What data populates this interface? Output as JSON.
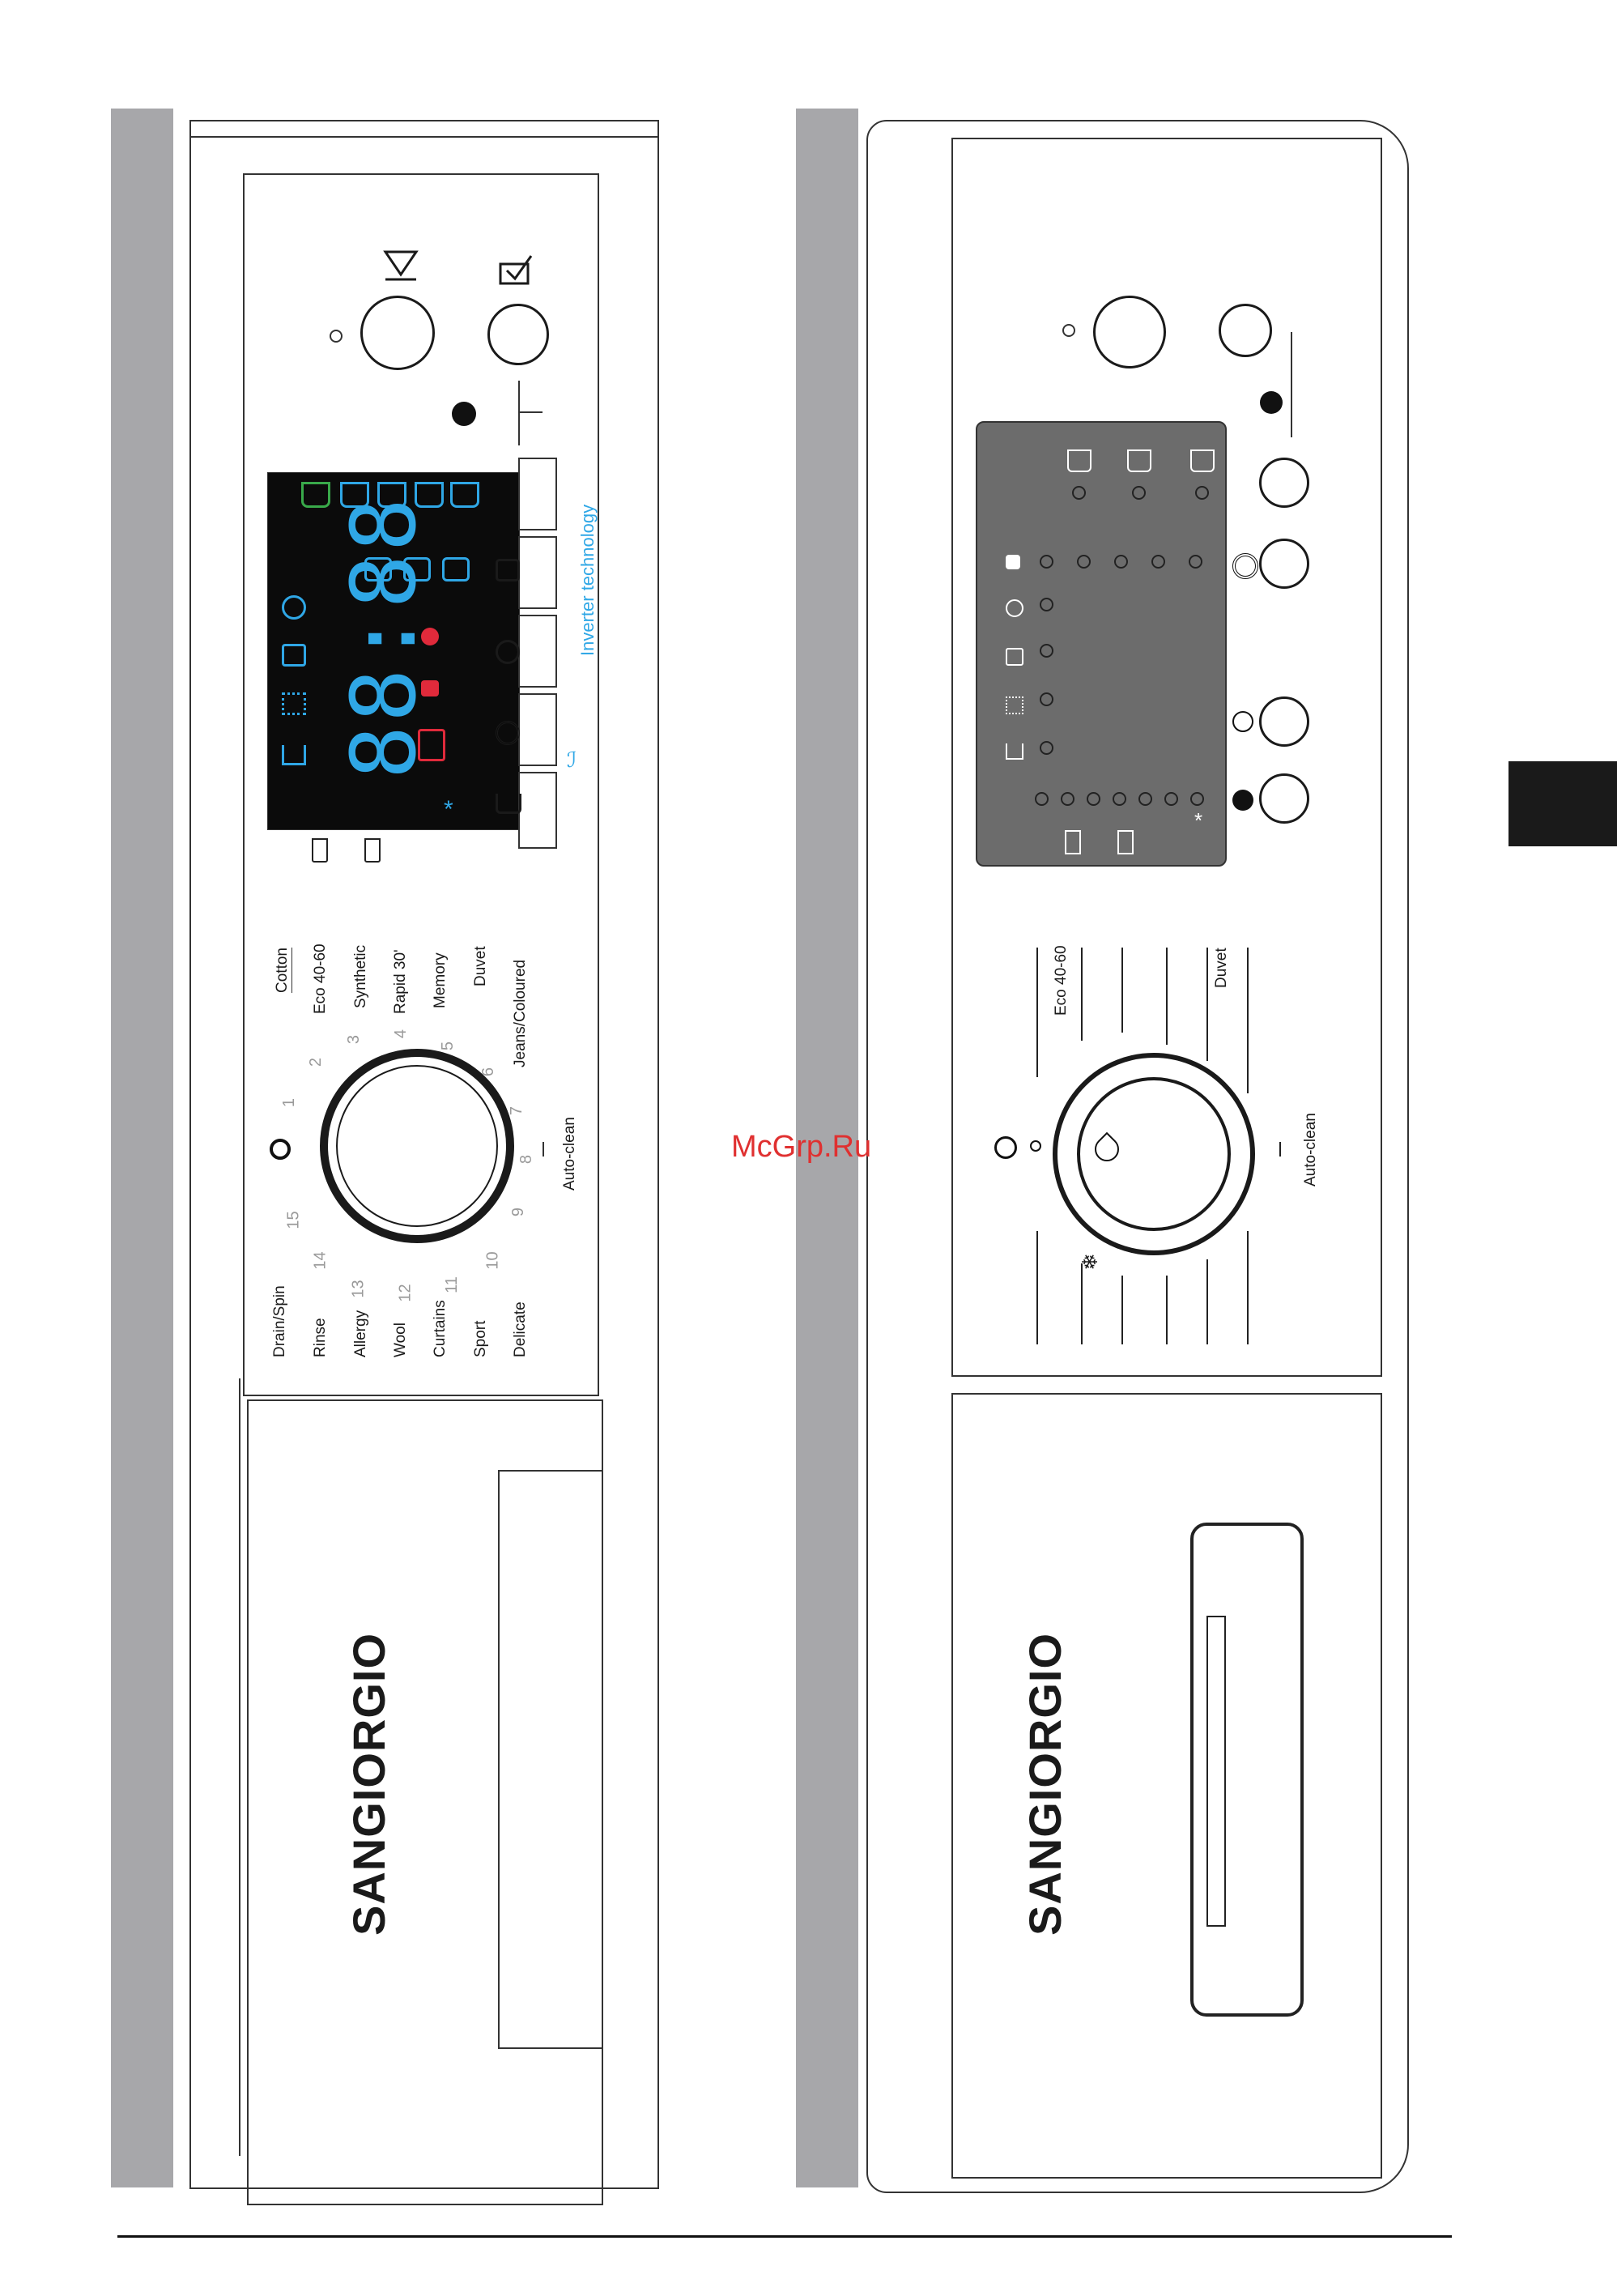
{
  "brand": "SANGIORGIO",
  "watermark": "McGrp.Ru",
  "left_panel": {
    "programs_left_column": [
      "Cotton",
      "Eco 40-60",
      "Synthetic",
      "Rapid 30'",
      "Memory",
      "Duvet",
      "Jeans/Coloured"
    ],
    "programs_right_column": [
      "Drain/Spin",
      "Rinse",
      "Allergy",
      "Wool",
      "Curtains",
      "Sport",
      "Delicate"
    ],
    "dial_numbers": [
      "1",
      "2",
      "3",
      "4",
      "5",
      "6",
      "7",
      "8",
      "9",
      "10",
      "11",
      "12",
      "13",
      "14",
      "15"
    ],
    "auto_clean": "Auto-clean",
    "display_digits": "88:88",
    "inverter_label": "Inverter technology"
  },
  "right_panel": {
    "program_eco": "Eco 40-60",
    "program_duvet": "Duvet",
    "auto_clean": "Auto-clean"
  },
  "colors": {
    "gray_bar": "#a7a7aa",
    "lcd_blue": "#2fa7e6",
    "lcd_red": "#e02a3b",
    "lcd_green": "#39a94a",
    "right_display": "#6c6c6c",
    "dark_tab": "#1a1a1a"
  }
}
